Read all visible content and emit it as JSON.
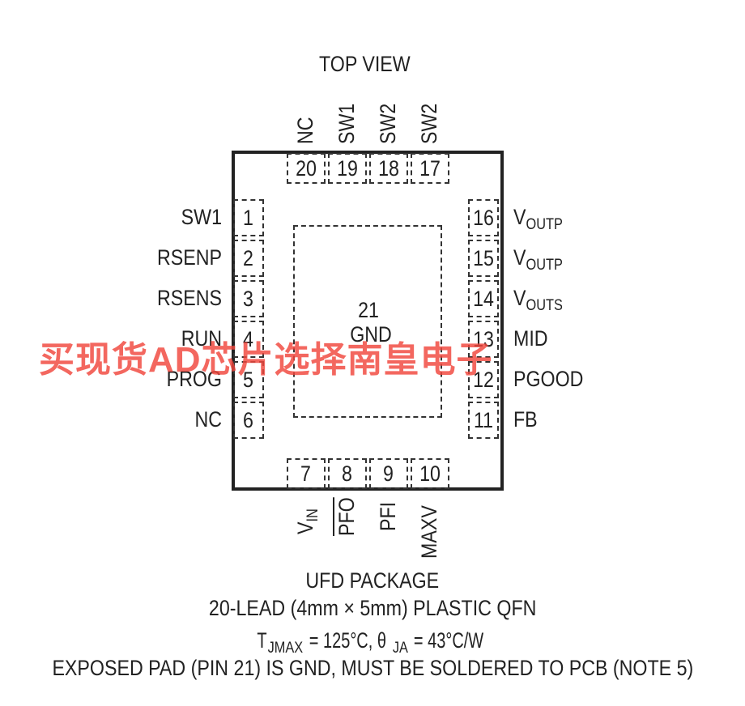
{
  "view_title": "TOP VIEW",
  "exposed_pad": {
    "number": "21",
    "name": "GND"
  },
  "pins": {
    "left": [
      {
        "num": "1",
        "name": "SW1"
      },
      {
        "num": "2",
        "name": "RSENP"
      },
      {
        "num": "3",
        "name": "RSENS"
      },
      {
        "num": "4",
        "name": "RUN"
      },
      {
        "num": "5",
        "name": "PROG"
      },
      {
        "num": "6",
        "name": "NC"
      }
    ],
    "right": [
      {
        "num": "16",
        "name": "V",
        "sub": "OUTP"
      },
      {
        "num": "15",
        "name": "V",
        "sub": "OUTP"
      },
      {
        "num": "14",
        "name": "V",
        "sub": "OUTS"
      },
      {
        "num": "13",
        "name": "MID"
      },
      {
        "num": "12",
        "name": "PGOOD"
      },
      {
        "num": "11",
        "name": "FB"
      }
    ],
    "top": [
      {
        "num": "20",
        "name": "NC"
      },
      {
        "num": "19",
        "name": "SW1"
      },
      {
        "num": "18",
        "name": "SW2"
      },
      {
        "num": "17",
        "name": "SW2"
      }
    ],
    "bottom": [
      {
        "num": "7",
        "name": "V",
        "sub": "IN"
      },
      {
        "num": "8",
        "name": "PFO"
      },
      {
        "num": "9",
        "name": "PFI"
      },
      {
        "num": "10",
        "name": "MAXV"
      }
    ]
  },
  "caption": {
    "line1": "UFD PACKAGE",
    "line2": "20-LEAD (4mm × 5mm) PLASTIC QFN",
    "line3_t": "T",
    "line3_t_sub": "JMAX",
    "line3_mid": " = 125°C, θ",
    "line3_theta_sub": "JA",
    "line3_end": " = 43°C/W",
    "line4": "EXPOSED PAD (PIN 21) IS GND, MUST BE SOLDERED TO PCB (NOTE 5)"
  },
  "watermark": "买现货AD芯片选择南皇电子"
}
